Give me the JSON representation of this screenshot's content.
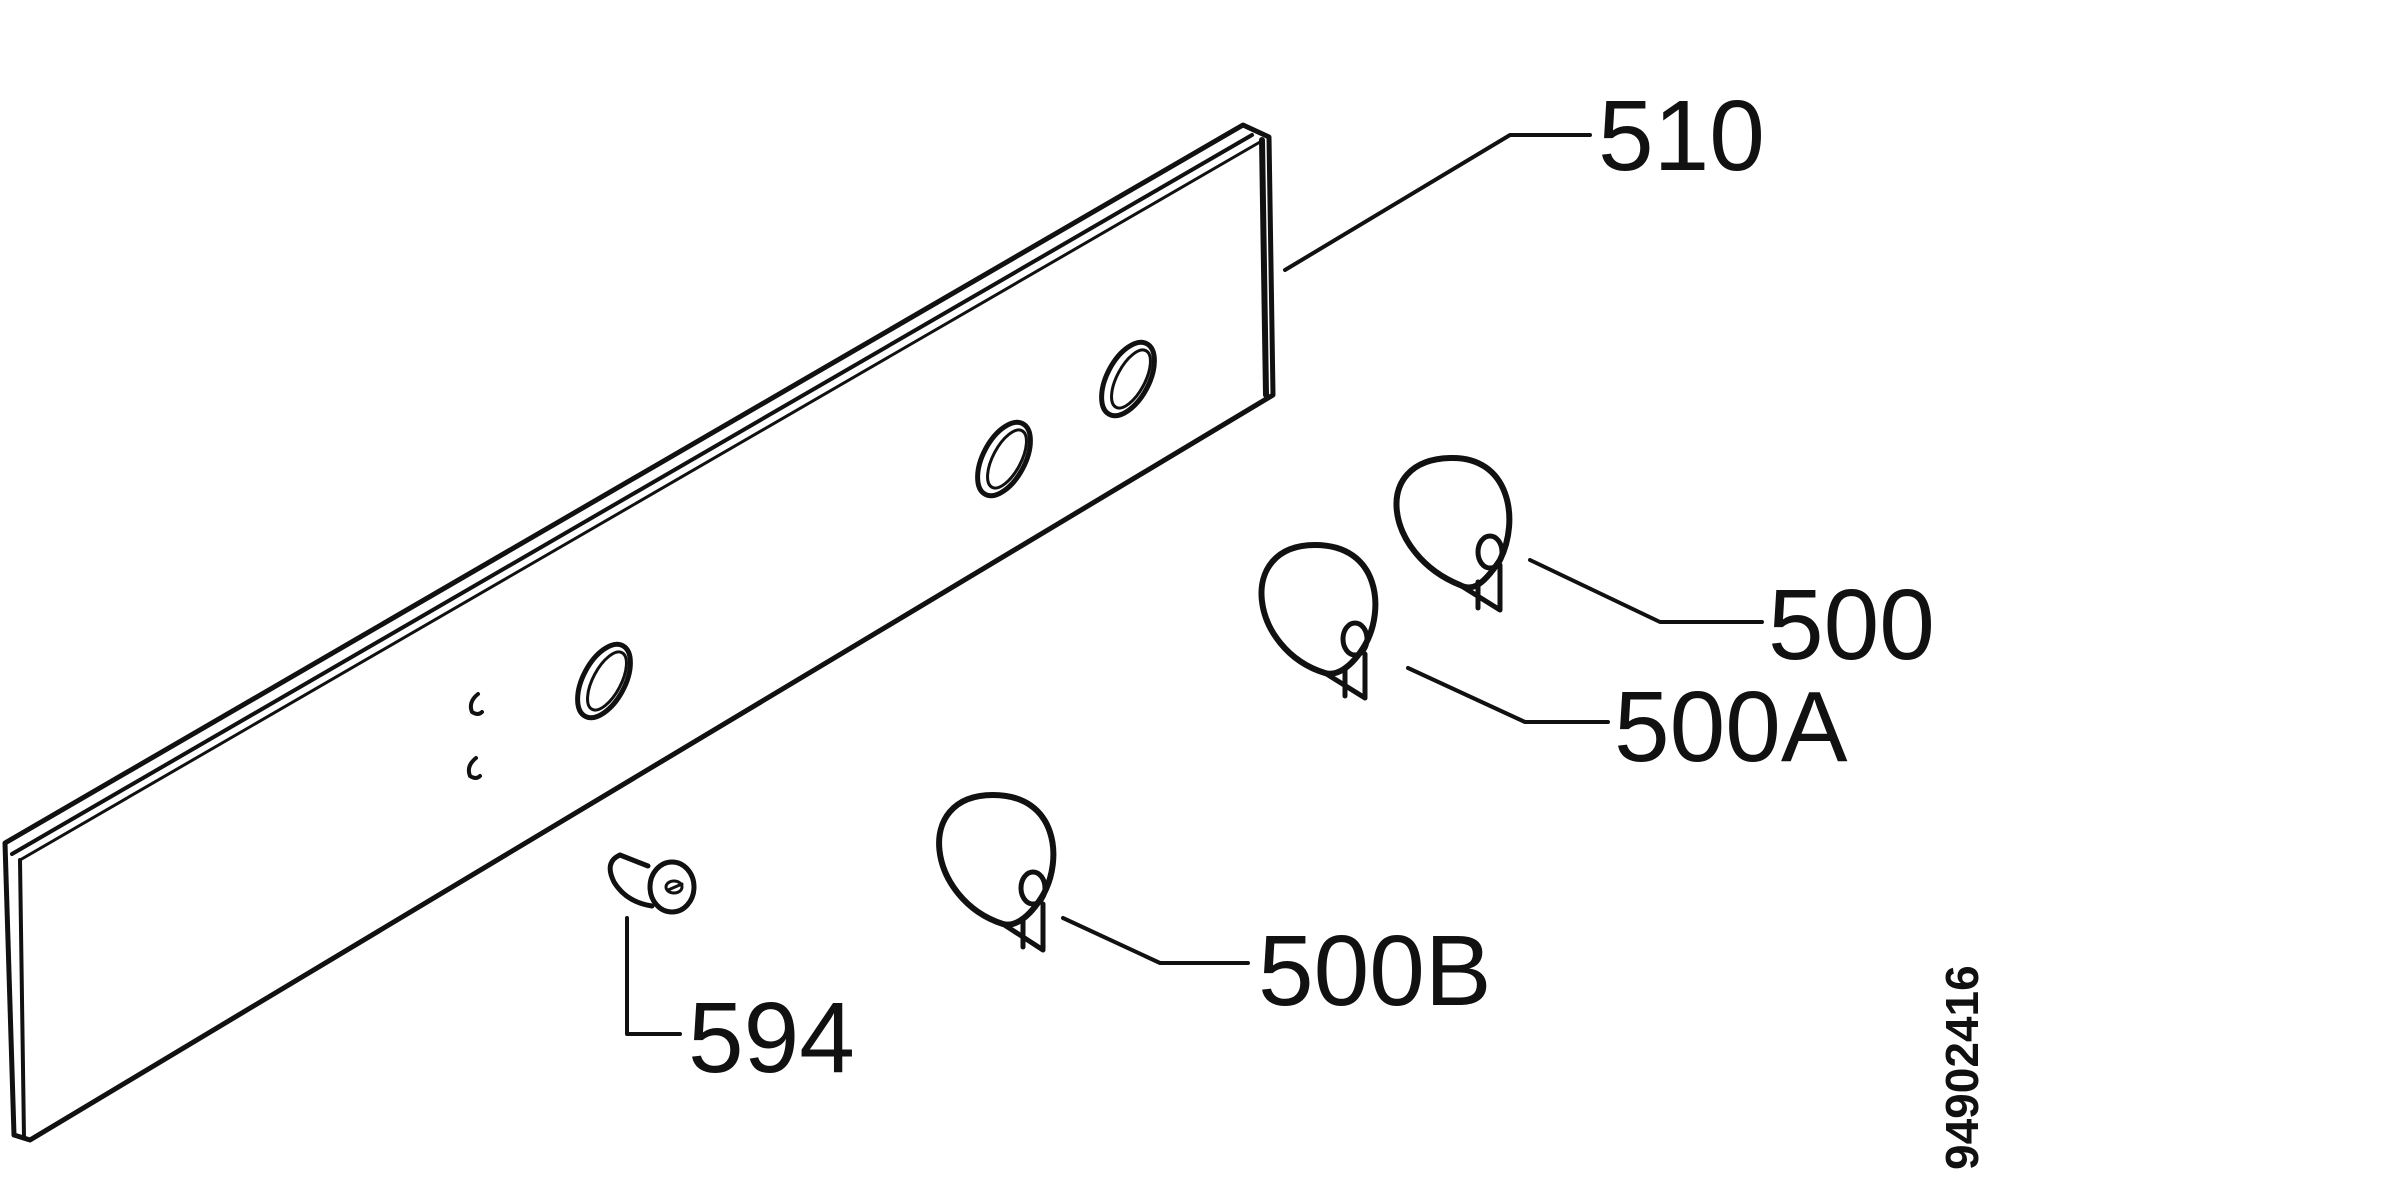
{
  "diagram": {
    "parts": {
      "panel": "510",
      "knob": "500",
      "knob_a": "500A",
      "knob_b": "500B",
      "lamp": "594"
    },
    "document_number": "94902416"
  }
}
